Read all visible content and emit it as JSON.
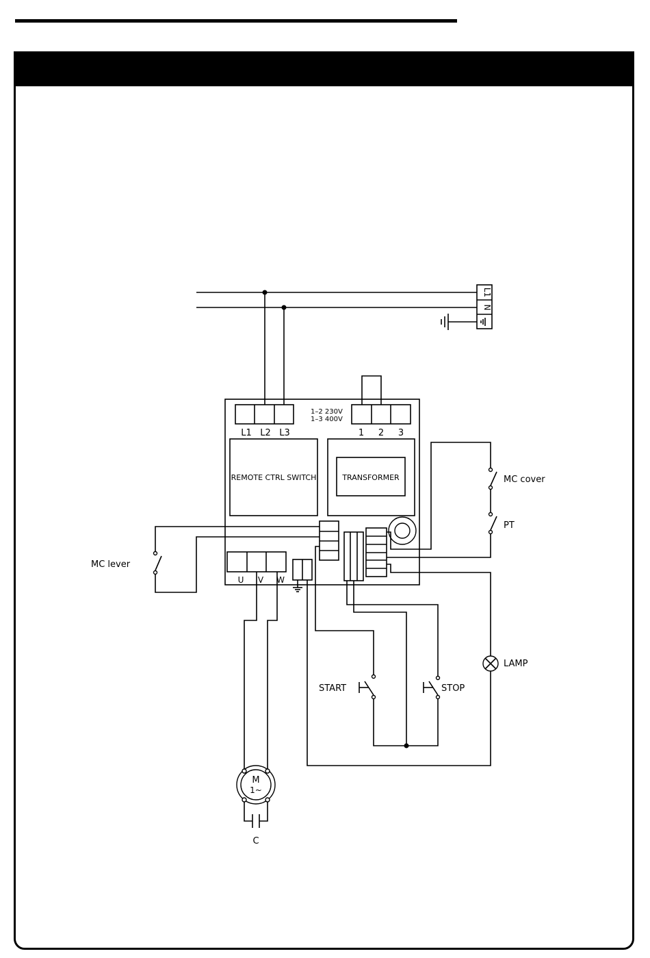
{
  "labels": {
    "supply_terminal_l1": "L1",
    "supply_terminal_n": "N",
    "remote_terminal_1": "L1",
    "remote_terminal_2": "L2",
    "remote_terminal_3": "L3",
    "voltage_1_2": "1–2  230V",
    "voltage_1_3": "1–3  400V",
    "transformer_terminal_1": "1",
    "transformer_terminal_2": "2",
    "transformer_terminal_3": "3",
    "remote_ctrl_switch": "REMOTE  CTRL  SWITCH",
    "transformer": "TRANSFORMER",
    "mc_cover": "MC  cover",
    "pt": "PT",
    "mc_lever": "MC  lever",
    "motor_u": "U",
    "motor_v": "V",
    "motor_w": "W",
    "lamp": "LAMP",
    "start": "START",
    "stop": "STOP",
    "motor_m": "M",
    "motor_phase": "1~",
    "capacitor": "C"
  }
}
